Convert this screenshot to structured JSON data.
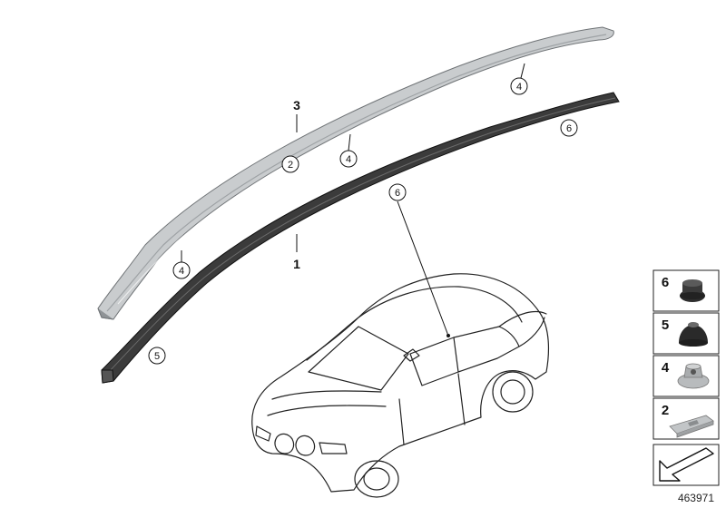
{
  "diagram": {
    "diagram_id": "463971",
    "part_labels": {
      "p1": "1",
      "p2": "2",
      "p3": "3",
      "p4a": "4",
      "p4b": "4",
      "p4c": "4",
      "p5": "5",
      "p6a": "6",
      "p6b": "6"
    },
    "legend": [
      {
        "number": "6",
        "part": "plug"
      },
      {
        "number": "5",
        "part": "grommet"
      },
      {
        "number": "4",
        "part": "nut"
      },
      {
        "number": "2",
        "part": "clip"
      }
    ],
    "colors": {
      "roof_rail": "#c9ccce",
      "roof_rail_shadow": "#8f9396",
      "seal_strip": "#3b3b3b",
      "line": "#111111"
    }
  }
}
